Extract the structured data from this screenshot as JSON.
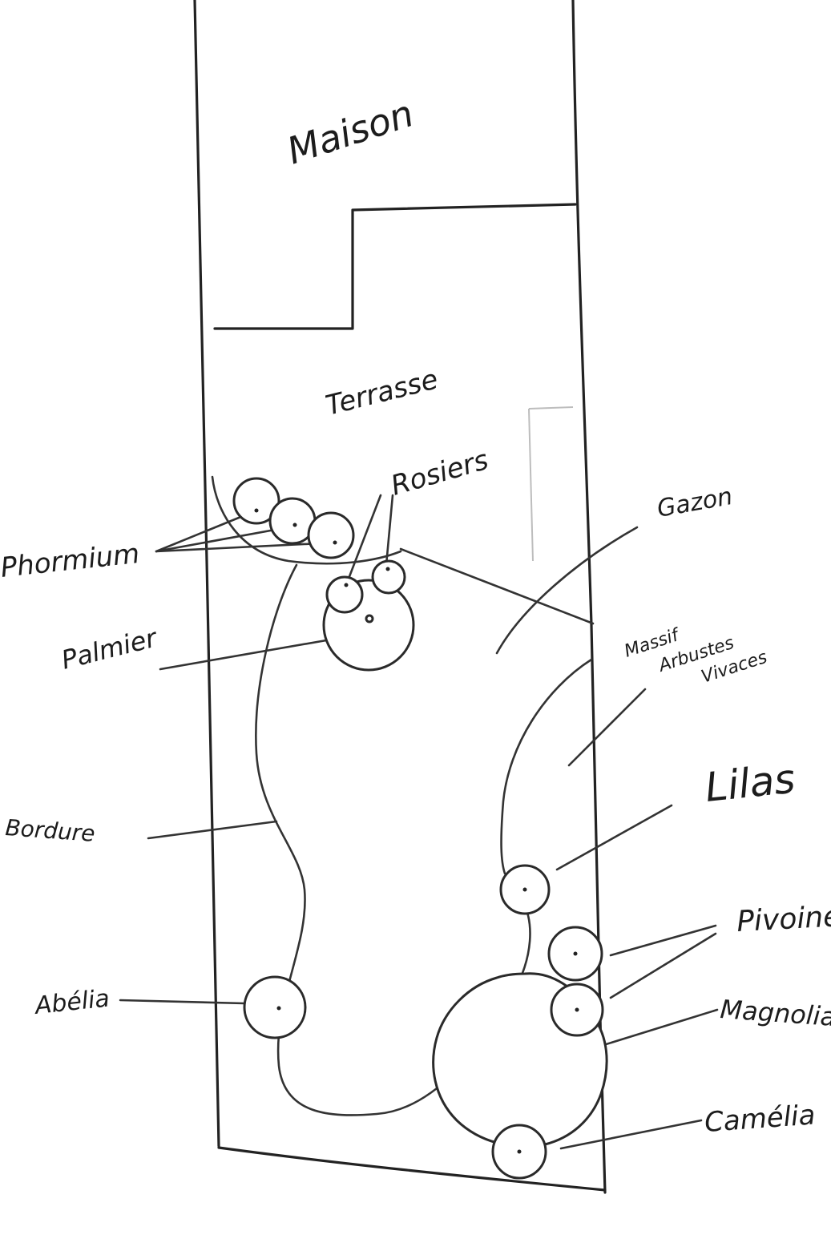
{
  "labels": {
    "maison": "Maison",
    "terrasse": "Terrasse",
    "rosiers": "Rosiers",
    "gazon": "Gazon",
    "phormium": "Phormium",
    "palmier": "Palmier",
    "massif_line1": "Massif",
    "massif_line2": "Arbustes",
    "massif_line3": "Vivaces",
    "lilas": "Lilas",
    "bordure": "Bordure",
    "pivoine": "Pivoine",
    "abelia": "Abélia",
    "magnolia": "Magnolia",
    "camelia": "Camélia"
  },
  "colors": {
    "ink": "#222222",
    "paper": "#ffffff",
    "faint": "#bdbdbd"
  }
}
